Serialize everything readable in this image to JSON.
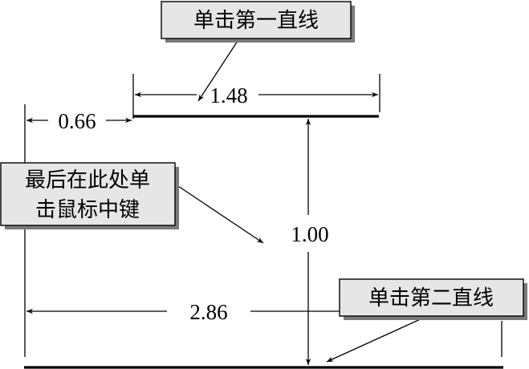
{
  "callouts": {
    "click_first_line": "单击第一直线",
    "click_middle_line1": "最后在此处单",
    "click_middle_line2": "击鼠标中键",
    "click_second_line": "单击第二直线"
  },
  "dimensions": {
    "top_line_length": "1.48",
    "left_offset": "0.66",
    "vertical_distance": "1.00",
    "bottom_horizontal": "2.86"
  }
}
